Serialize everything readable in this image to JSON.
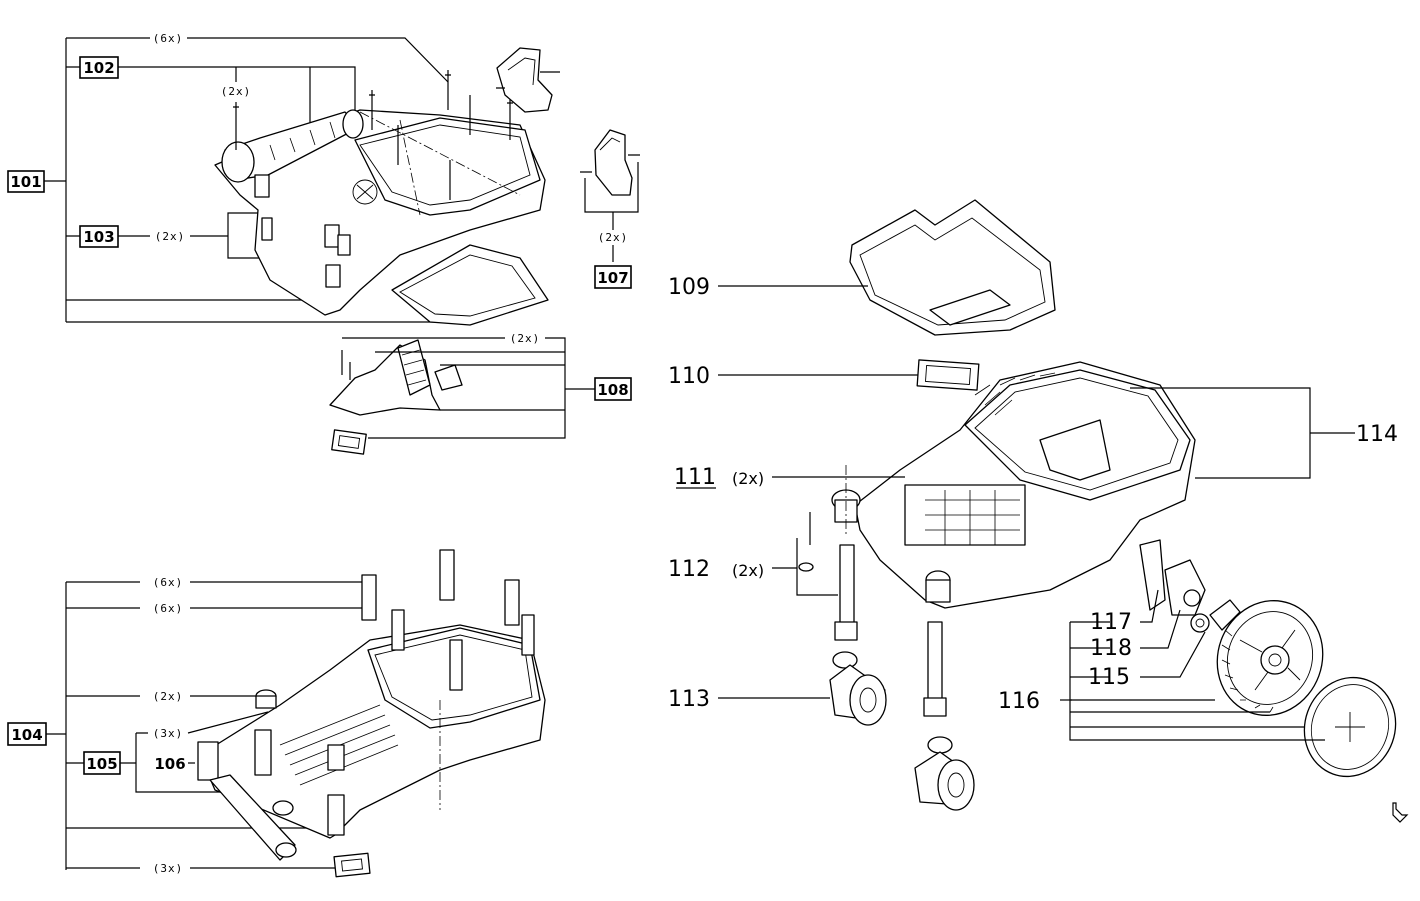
{
  "diagram": {
    "boxed_labels": {
      "l101": "101",
      "l102": "102",
      "l103": "103",
      "l104": "104",
      "l105": "105",
      "l107": "107",
      "l108": "108"
    },
    "plain_labels": {
      "l106": "106",
      "l109": "109",
      "l110": "110",
      "l111": "111",
      "l112": "112",
      "l113": "113",
      "l114": "114",
      "l115": "115",
      "l116": "116",
      "l117": "117",
      "l118": "118"
    },
    "quantities": {
      "q_6x_a": "(6x)",
      "q_2x_a": "(2x)",
      "q_2x_b": "(2x)",
      "q_2x_c": "(2x)",
      "q_2x_d": "(2x)",
      "q_6x_b": "(6x)",
      "q_6x_c": "(6x)",
      "q_2x_e": "(2x)",
      "q_3x_a": "(3x)",
      "q_3x_b": "(3x)",
      "q_2x_f": "(2x)",
      "q_2x_g": "(2x)"
    }
  }
}
